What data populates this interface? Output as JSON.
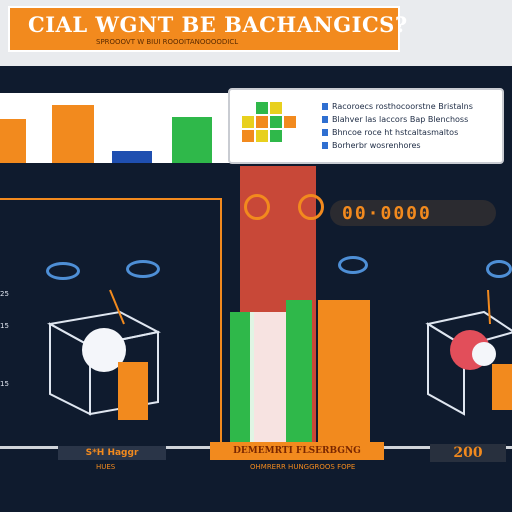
{
  "banner": {
    "title": "CIAL WGNT BE BACHANGICS?",
    "subtitle": "SPROOOVT W BIUI ROOOITANOOOODICL"
  },
  "legend": {
    "items": [
      {
        "label": "Racoroecs rosthocoorstne Bristalns",
        "color": "#2f6fd1"
      },
      {
        "label": "Blahver las laccors Bap Blenchoss",
        "color": "#2f6fd1"
      },
      {
        "label": "Bhncoe roce ht hstcaltasmaltos",
        "color": "#2f6fd1"
      },
      {
        "label": "Borherbr wosrenhores",
        "color": "#2f6fd1"
      }
    ]
  },
  "dial": {
    "label": "00·0000"
  },
  "side_ticks": [
    "25",
    "15",
    "15"
  ],
  "footer": {
    "left_label": "S*H Haggr",
    "left_sub": "HUES",
    "mid_label": "DEMEMRTI FLSERBGNG",
    "mid_sub": "OHMRERR HUNGGROOS FOPE",
    "right_label": "200"
  },
  "colors": {
    "accent": "#f28a1e",
    "panel": "#0f1b2e",
    "red": "#e24e3a",
    "green": "#2fb84a",
    "blue": "#2f6fd1"
  },
  "icons": [
    "tilted-cube-icon",
    "ring-icon",
    "arrow-icon"
  ]
}
